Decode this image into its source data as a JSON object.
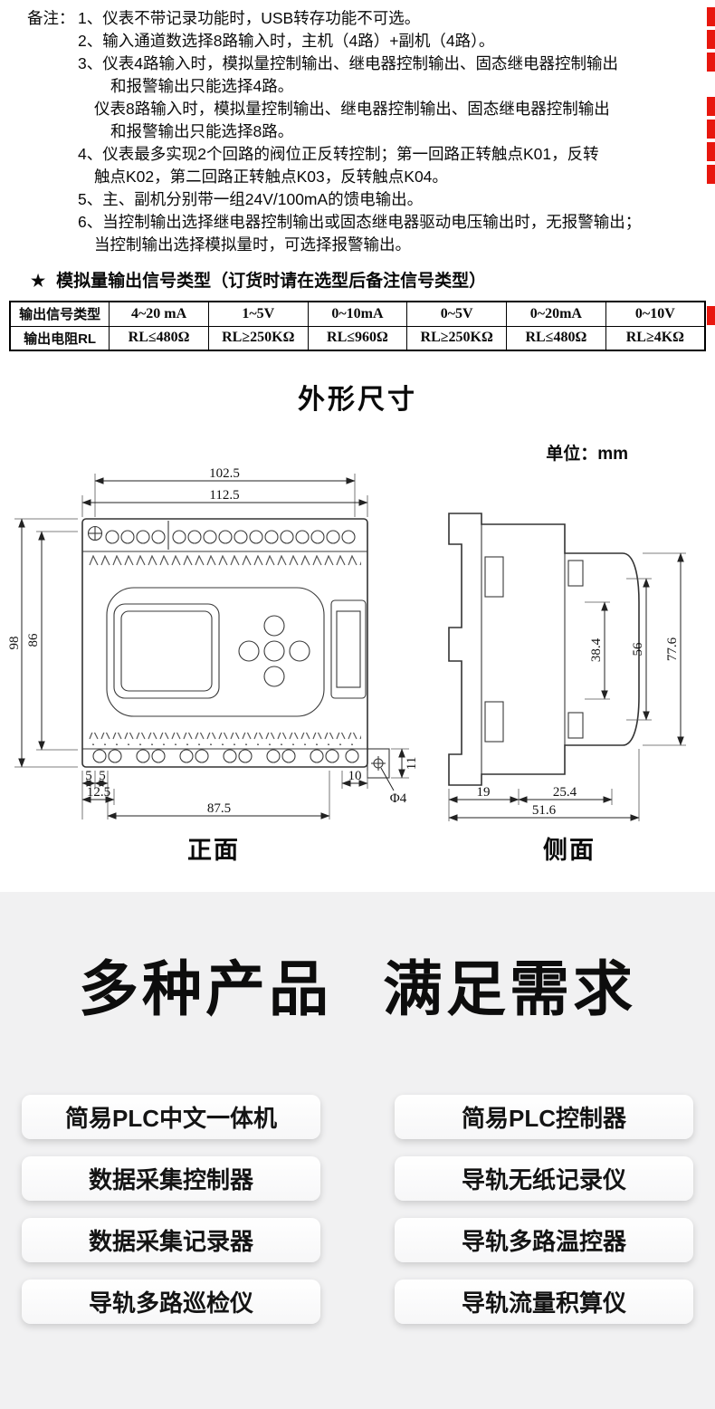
{
  "colors": {
    "accent_red": "#e8170e",
    "section_bg": "#f1f1f2"
  },
  "notes": {
    "prefix": "备注：",
    "lines": [
      "1、仪表不带记录功能时，USB转存功能不可选。",
      "2、输入通道数选择8路输入时，主机（4路）+副机（4路）。",
      "3、仪表4路输入时，模拟量控制输出、继电器控制输出、固态继电器控制输出",
      "和报警输出只能选择4路。",
      "仪表8路输入时，模拟量控制输出、继电器控制输出、固态继电器控制输出",
      "和报警输出只能选择8路。",
      "4、仪表最多实现2个回路的阀位正反转控制；第一回路正转触点K01，反转",
      "触点K02，第二回路正转触点K03，反转触点K04。",
      "5、主、副机分别带一组24V/100mA的馈电输出。",
      "6、当控制输出选择继电器控制输出或固态继电器驱动电压输出时，无报警输出；",
      "当控制输出选择模拟量时，可选择报警输出。"
    ]
  },
  "signal_heading": {
    "star": "★",
    "text": "模拟量输出信号类型（订货时请在选型后备注信号类型）"
  },
  "signal_table": {
    "rows": [
      [
        "输出信号类型",
        "4~20 mA",
        "1~5V",
        "0~10mA",
        "0~5V",
        "0~20mA",
        "0~10V"
      ],
      [
        "输出电阻RL",
        "RL≤480Ω",
        "RL≥250KΩ",
        "RL≤960Ω",
        "RL≥250KΩ",
        "RL≤480Ω",
        "RL≥4KΩ"
      ]
    ]
  },
  "outline": {
    "title": "外形尺寸",
    "unit": "单位：mm",
    "front_label": "正面",
    "side_label": "侧面",
    "front_dims": {
      "w_inner": "102.5",
      "w_outer": "112.5",
      "h_outer": "98",
      "h_inner": "86",
      "off_a": "5",
      "off_b": "5",
      "off_c": "12.5",
      "span": "87.5",
      "edge": "10",
      "hole": "Φ4",
      "tab": "11"
    },
    "side_dims": {
      "inner": "38.4",
      "mid": "56",
      "outer": "77.6",
      "b1": "19",
      "b2": "25.4",
      "total": "51.6"
    }
  },
  "products": {
    "title_left": "多种产品",
    "title_right": "满足需求",
    "left": [
      "简易PLC中文一体机",
      "数据采集控制器",
      "数据采集记录器",
      "导轨多路巡检仪"
    ],
    "right": [
      "简易PLC控制器",
      "导轨无纸记录仪",
      "导轨多路温控器",
      "导轨流量积算仪"
    ]
  }
}
